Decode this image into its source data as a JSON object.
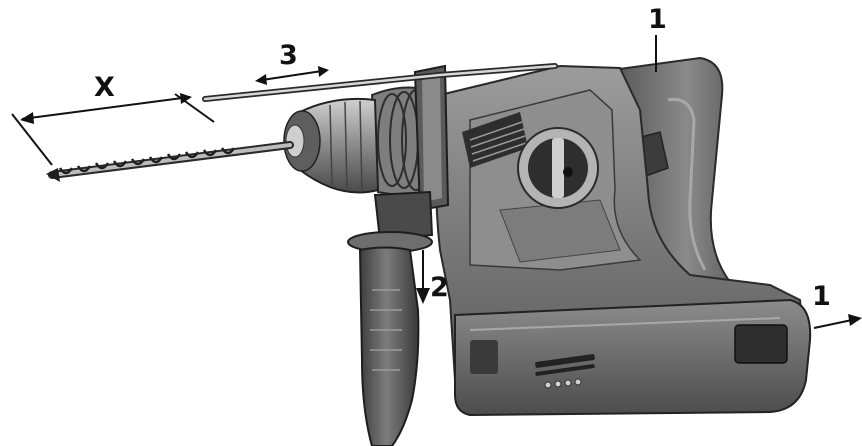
{
  "callouts": {
    "top_handle": "1",
    "right_battery": "1",
    "side_handle": "2",
    "depth_rod": "3",
    "depth": "X"
  },
  "colors": {
    "ink": "#111111",
    "tool_light": "#9a9a9a",
    "tool_mid": "#6e6e6e",
    "tool_dark": "#3a3a3a",
    "tool_shadow": "#1e1e1e",
    "highlight": "#c8c8c8"
  }
}
